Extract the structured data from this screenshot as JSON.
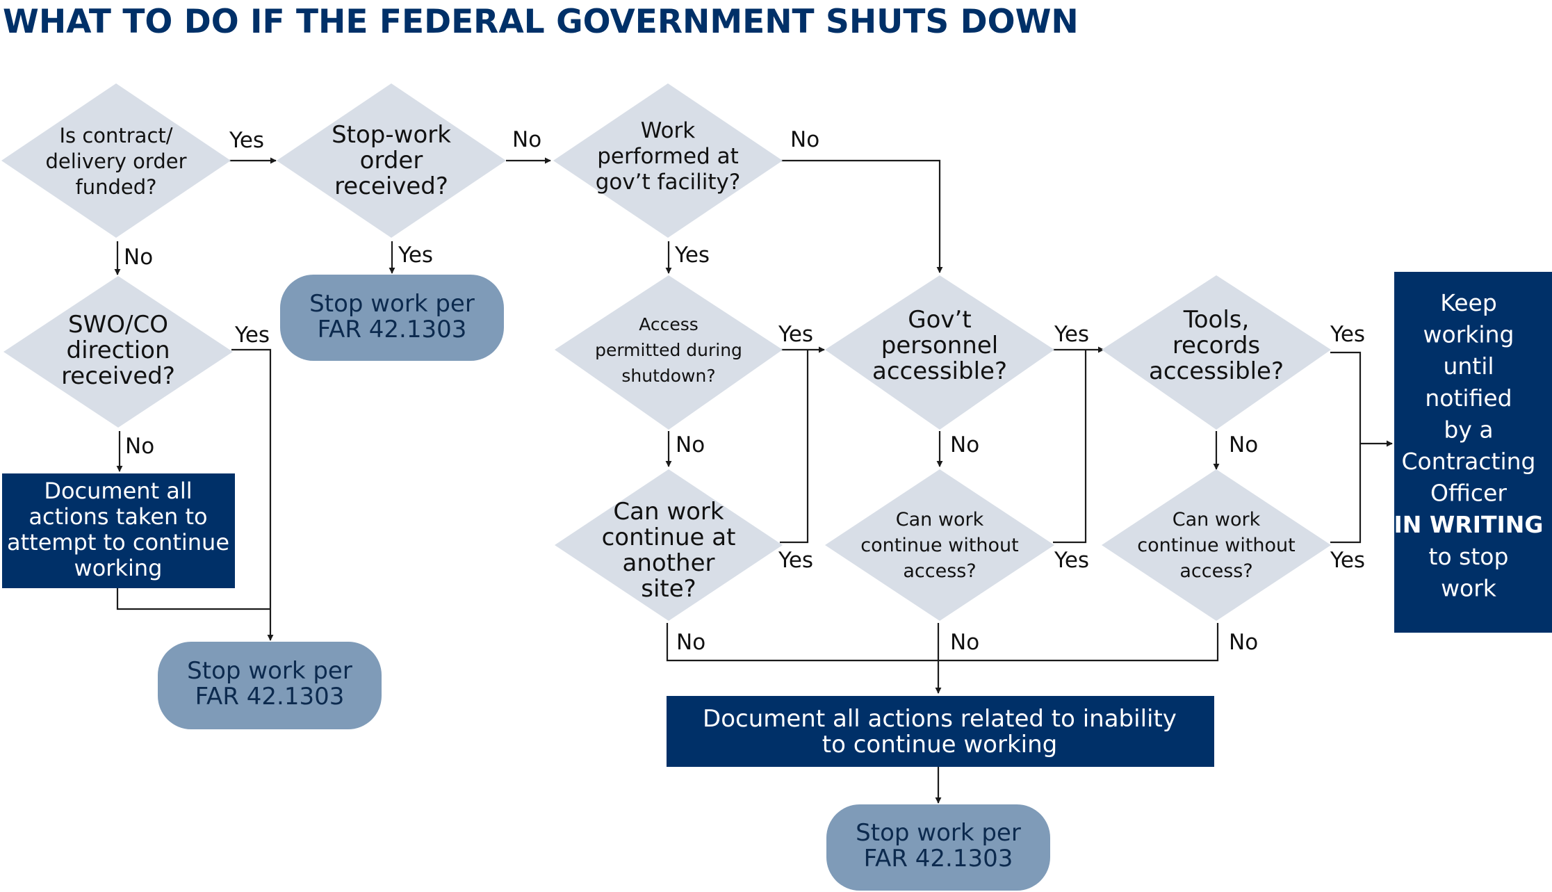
{
  "title": "WHAT TO DO IF THE FEDERAL GOVERNMENT SHUTS DOWN",
  "colors": {
    "diamond_fill": "#d8dee7",
    "stop_fill": "#7f9bb8",
    "stop_text": "#0c2a4e",
    "action_fill": "#003068",
    "action_text": "#ffffff",
    "line": "#1a1a1a",
    "title": "#003068"
  },
  "nodes": {
    "funded": {
      "lines": [
        "Is contract/",
        "delivery order",
        "funded?"
      ]
    },
    "stopwork_received": {
      "lines": [
        "Stop-work",
        "order",
        "received?"
      ]
    },
    "gov_facility": {
      "lines": [
        "Work",
        "performed at",
        "gov’t facility?"
      ]
    },
    "swo_co": {
      "lines": [
        "SWO/CO",
        "direction",
        "received?"
      ]
    },
    "access_permitted": {
      "lines": [
        "Access",
        "permitted during",
        "shutdown?"
      ]
    },
    "gov_personnel": {
      "lines": [
        "Gov’t",
        "personnel",
        "accessible?"
      ]
    },
    "tools_records": {
      "lines": [
        "Tools,",
        "records",
        "accessible?"
      ]
    },
    "another_site": {
      "lines": [
        "Can work",
        "continue at",
        "another",
        "site?"
      ]
    },
    "continue_no_access_1": {
      "lines": [
        "Can work",
        "continue without",
        "access?"
      ]
    },
    "continue_no_access_2": {
      "lines": [
        "Can work",
        "continue without",
        "access?"
      ]
    },
    "stop_1": {
      "lines": [
        "Stop work per",
        "FAR 42.1303"
      ]
    },
    "stop_2": {
      "lines": [
        "Stop work per",
        "FAR 42.1303"
      ]
    },
    "stop_3": {
      "lines": [
        "Stop work per",
        "FAR 42.1303"
      ]
    },
    "document_attempt": {
      "lines": [
        "Document all",
        "actions taken to",
        "attempt to continue",
        "working"
      ]
    },
    "document_inability": {
      "lines": [
        "Document all actions related to inability",
        "to continue working"
      ]
    },
    "keep_working": {
      "lines": [
        "Keep",
        "working",
        "until",
        "notified",
        "by a",
        "Contracting",
        "Officer",
        "IN WRITING",
        "to stop",
        "work"
      ]
    }
  },
  "edge_labels": {
    "funded_yes": "Yes",
    "funded_no": "No",
    "stopwork_no": "No",
    "stopwork_yes": "Yes",
    "facility_no": "No",
    "facility_yes": "Yes",
    "swo_yes": "Yes",
    "swo_no": "No",
    "access_yes": "Yes",
    "access_no": "No",
    "personnel_yes": "Yes",
    "personnel_no": "No",
    "tools_yes": "Yes",
    "tools_no": "No",
    "site_yes": "Yes",
    "site_no": "No",
    "cont1_yes": "Yes",
    "cont1_no": "No",
    "cont2_yes": "Yes",
    "cont2_no": "No"
  }
}
